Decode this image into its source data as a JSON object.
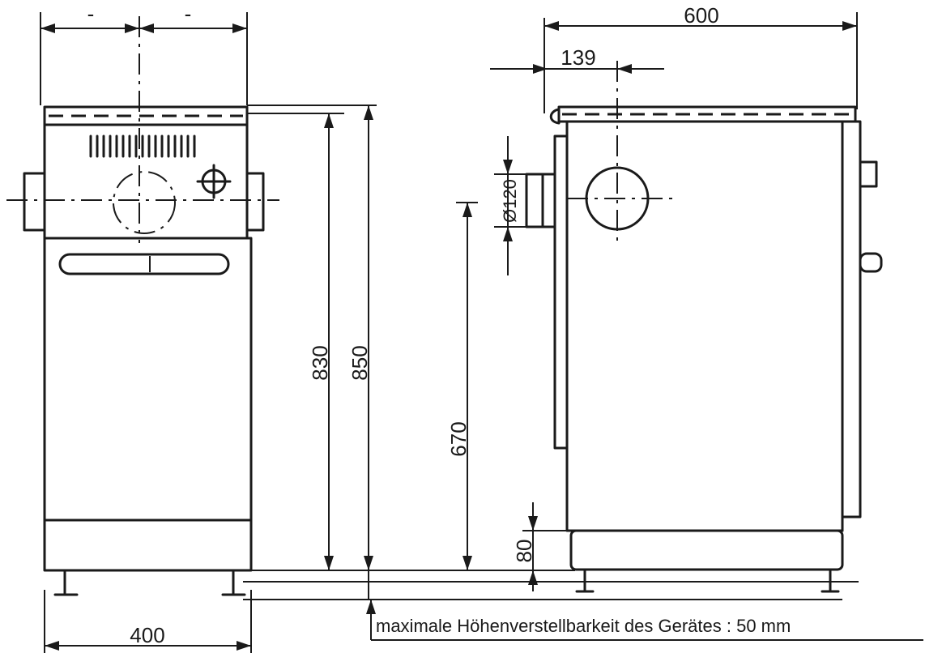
{
  "dimensions": {
    "width_front": "400",
    "depth_side": "600",
    "flue_offset": "139",
    "flue_diameter": "Ø120",
    "height_worktop": "830",
    "height_total": "850",
    "height_flue": "670",
    "plinth_height": "80",
    "top_marks": [
      "-",
      "-"
    ]
  },
  "note": "maximale Höhenverstellbarkeit des Gerätes : 50 mm"
}
